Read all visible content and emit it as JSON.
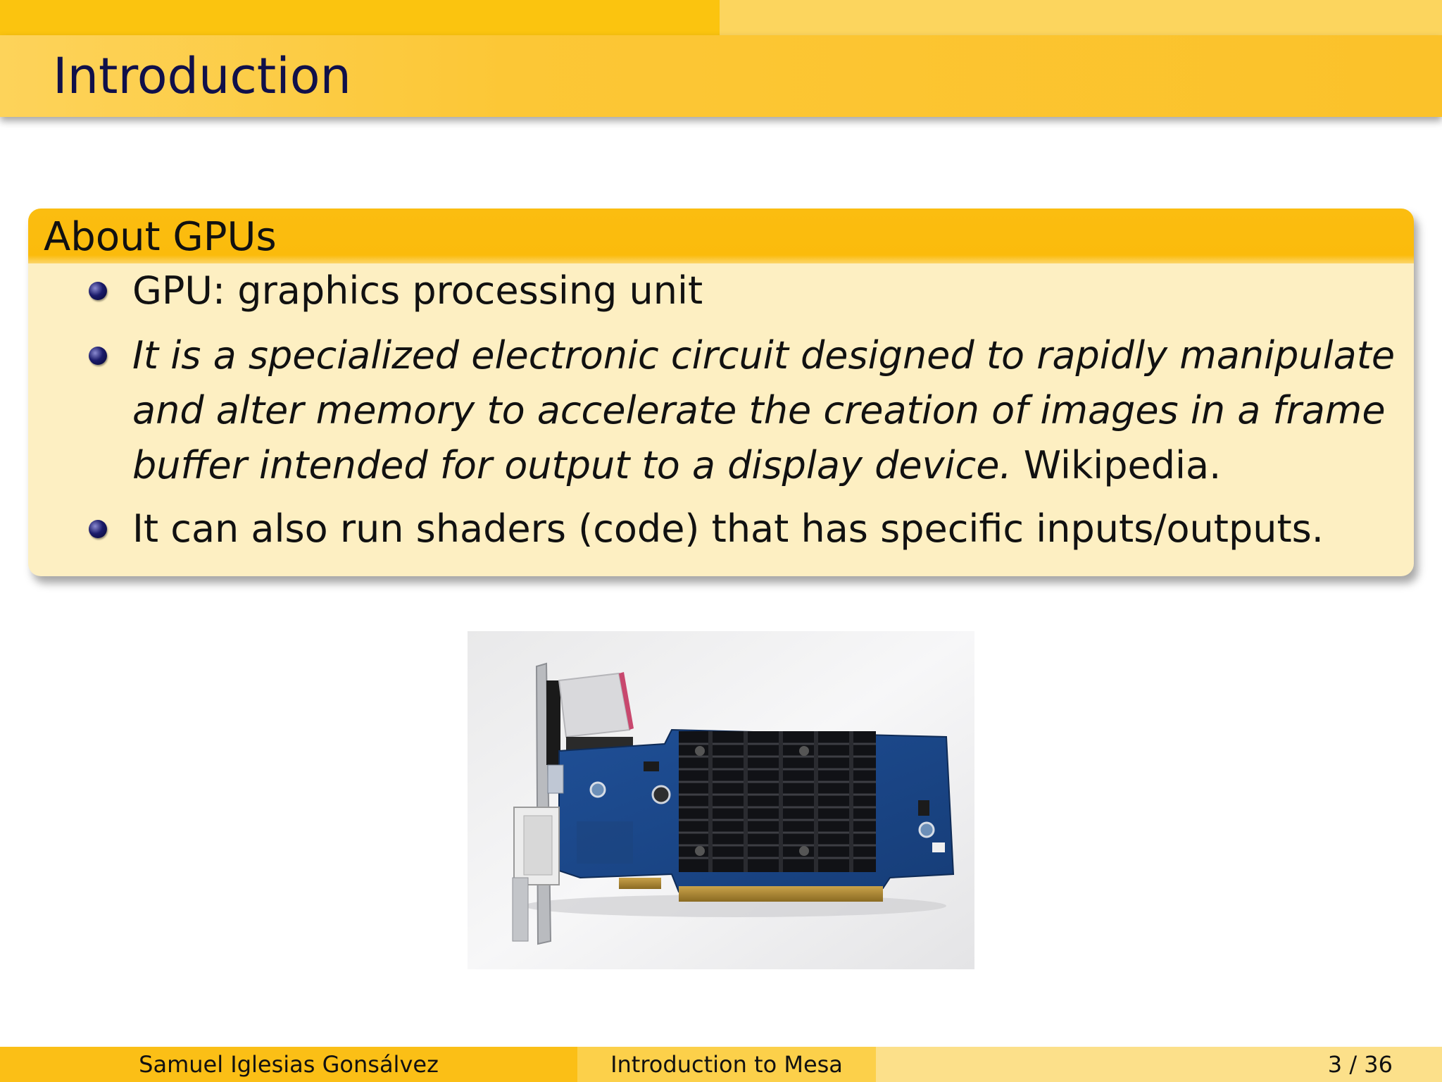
{
  "slide": {
    "title": "Introduction"
  },
  "block": {
    "title": "About GPUs",
    "bullets": [
      {
        "text": "GPU: graphics processing unit"
      },
      {
        "italic_text": "It is a specialized electronic circuit designed to rapidly manipulate and alter memory to accelerate the creation of images in a frame buffer intended for output to a display device.",
        "text": " Wikipedia."
      },
      {
        "text": "It can also run shaders (code) that has specific inputs/outputs."
      }
    ]
  },
  "image": {
    "subject": "graphics card photo"
  },
  "footer": {
    "author": "Samuel Iglesias Gonsálvez",
    "talk_title": "Introduction to Mesa",
    "page": "3 / 36"
  },
  "colors": {
    "title_text": "#10104a",
    "bar": "#fbc40f",
    "block_body": "#fdefc2"
  }
}
